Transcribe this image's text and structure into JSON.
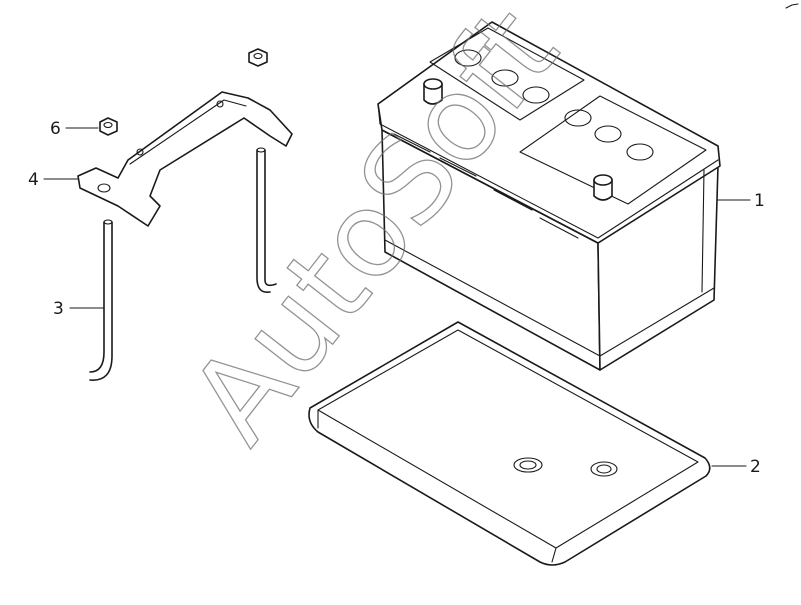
{
  "callouts": [
    {
      "id": "1",
      "label": "1"
    },
    {
      "id": "2",
      "label": "2"
    },
    {
      "id": "3",
      "label": "3"
    },
    {
      "id": "4",
      "label": "4"
    },
    {
      "id": "6",
      "label": "6"
    }
  ],
  "watermark": {
    "text": "AutoSoft"
  }
}
